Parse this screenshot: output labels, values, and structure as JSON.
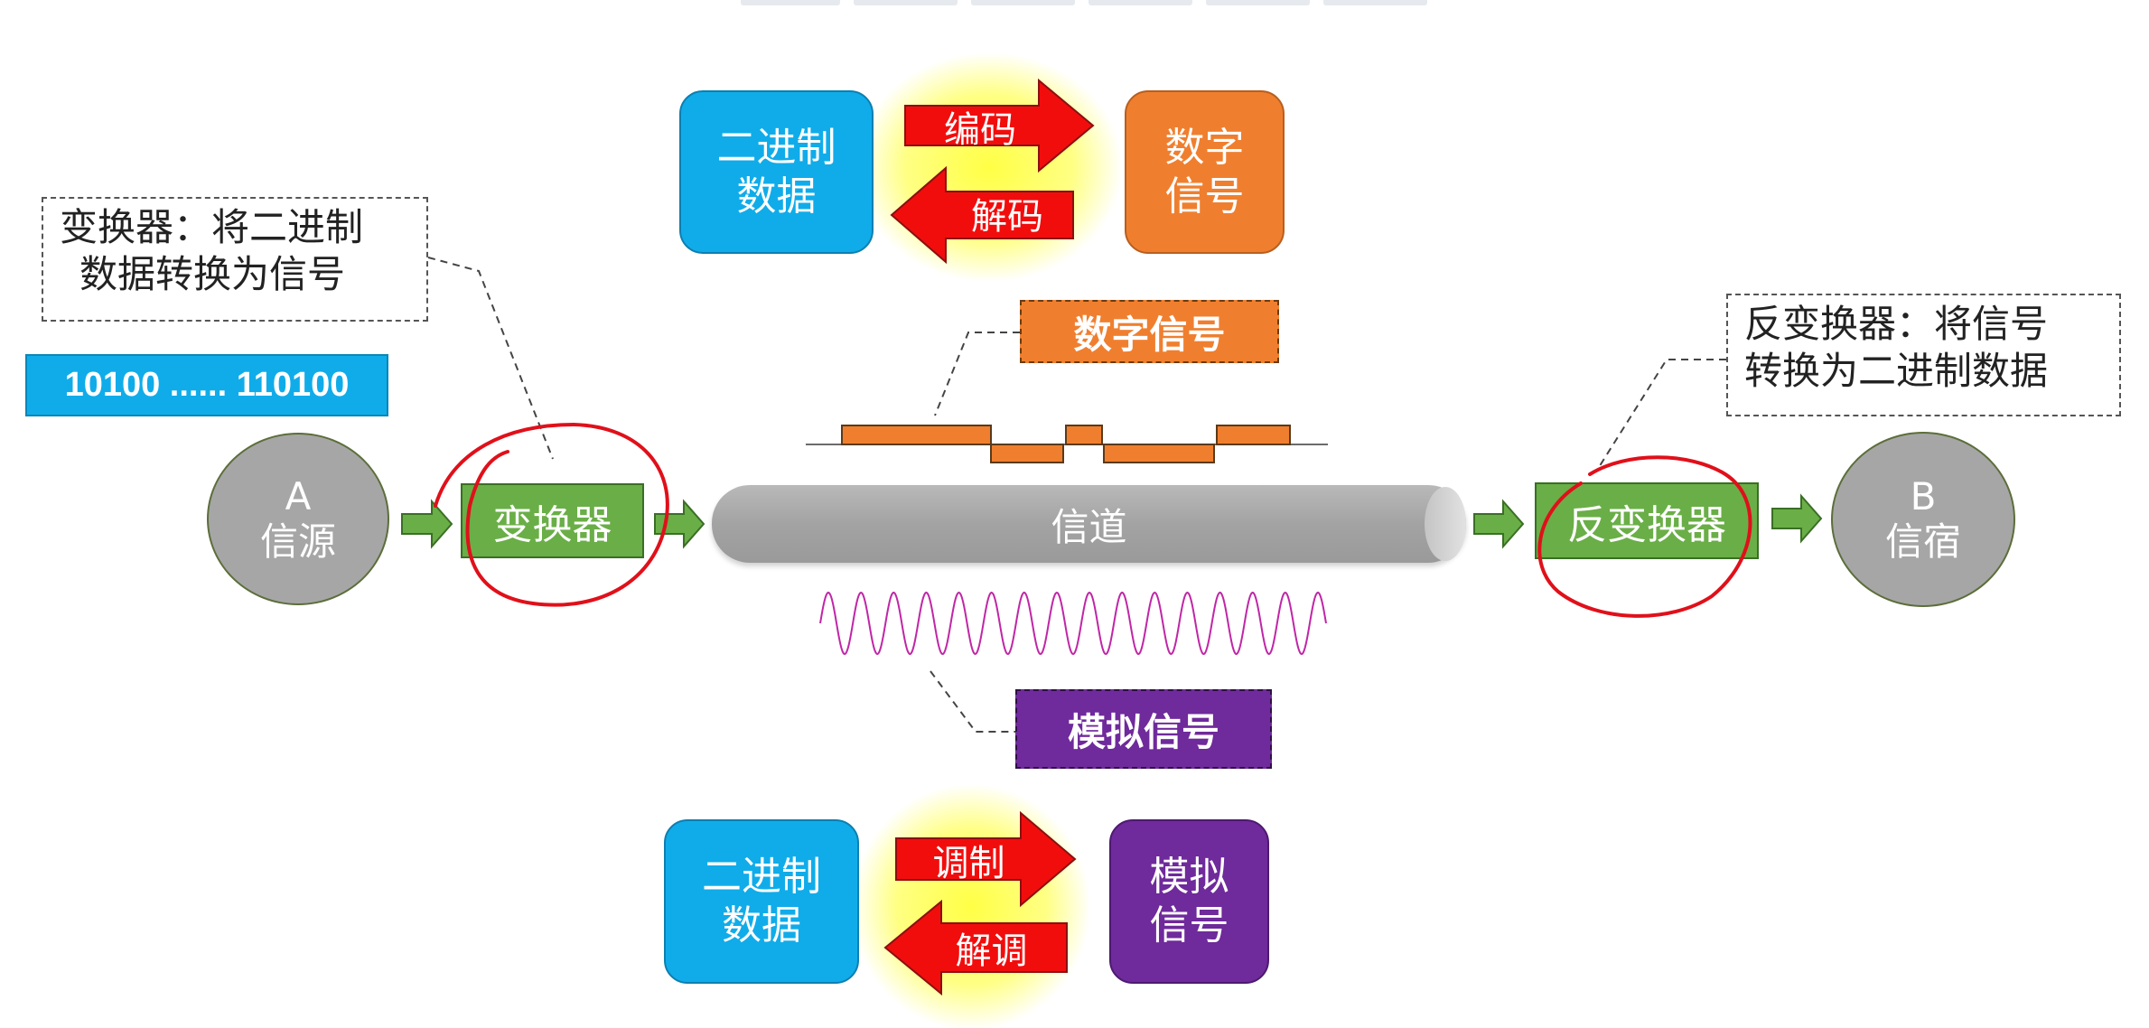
{
  "top_box_left": {
    "line1": "二进制",
    "line2": "数据"
  },
  "top_box_right": {
    "line1": "数字",
    "line2": "信号"
  },
  "encode_label": "编码",
  "decode_label": "解码",
  "bottom_box_left": {
    "line1": "二进制",
    "line2": "数据"
  },
  "bottom_box_right": {
    "line1": "模拟",
    "line2": "信号"
  },
  "modulate_label": "调制",
  "demodulate_label": "解调",
  "callout_converter": {
    "line1": "变换器：将二进制",
    "line2": "数据转换为信号"
  },
  "callout_inverse": {
    "line1": "反变换器：将信号",
    "line2": "转换为二进制数据"
  },
  "bit_string": "10100 ...... 110100",
  "source": {
    "letter": "A",
    "label": "信源"
  },
  "sink": {
    "letter": "B",
    "label": "信宿"
  },
  "converter_label": "变换器",
  "channel_label": "信道",
  "inverse_converter_label": "反变换器",
  "digital_signal_tag": "数字信号",
  "analog_signal_tag": "模拟信号",
  "colors": {
    "blue": "#10acea",
    "orange": "#ef7f2f",
    "purple": "#6f2a9b",
    "green": "#6aae47",
    "red_arrow": "#f20d0d",
    "annotation_red": "#e0101a",
    "sine_wave": "#c026a6"
  },
  "icons": [
    "green-right-arrow-icon",
    "red-arrow-icon"
  ]
}
